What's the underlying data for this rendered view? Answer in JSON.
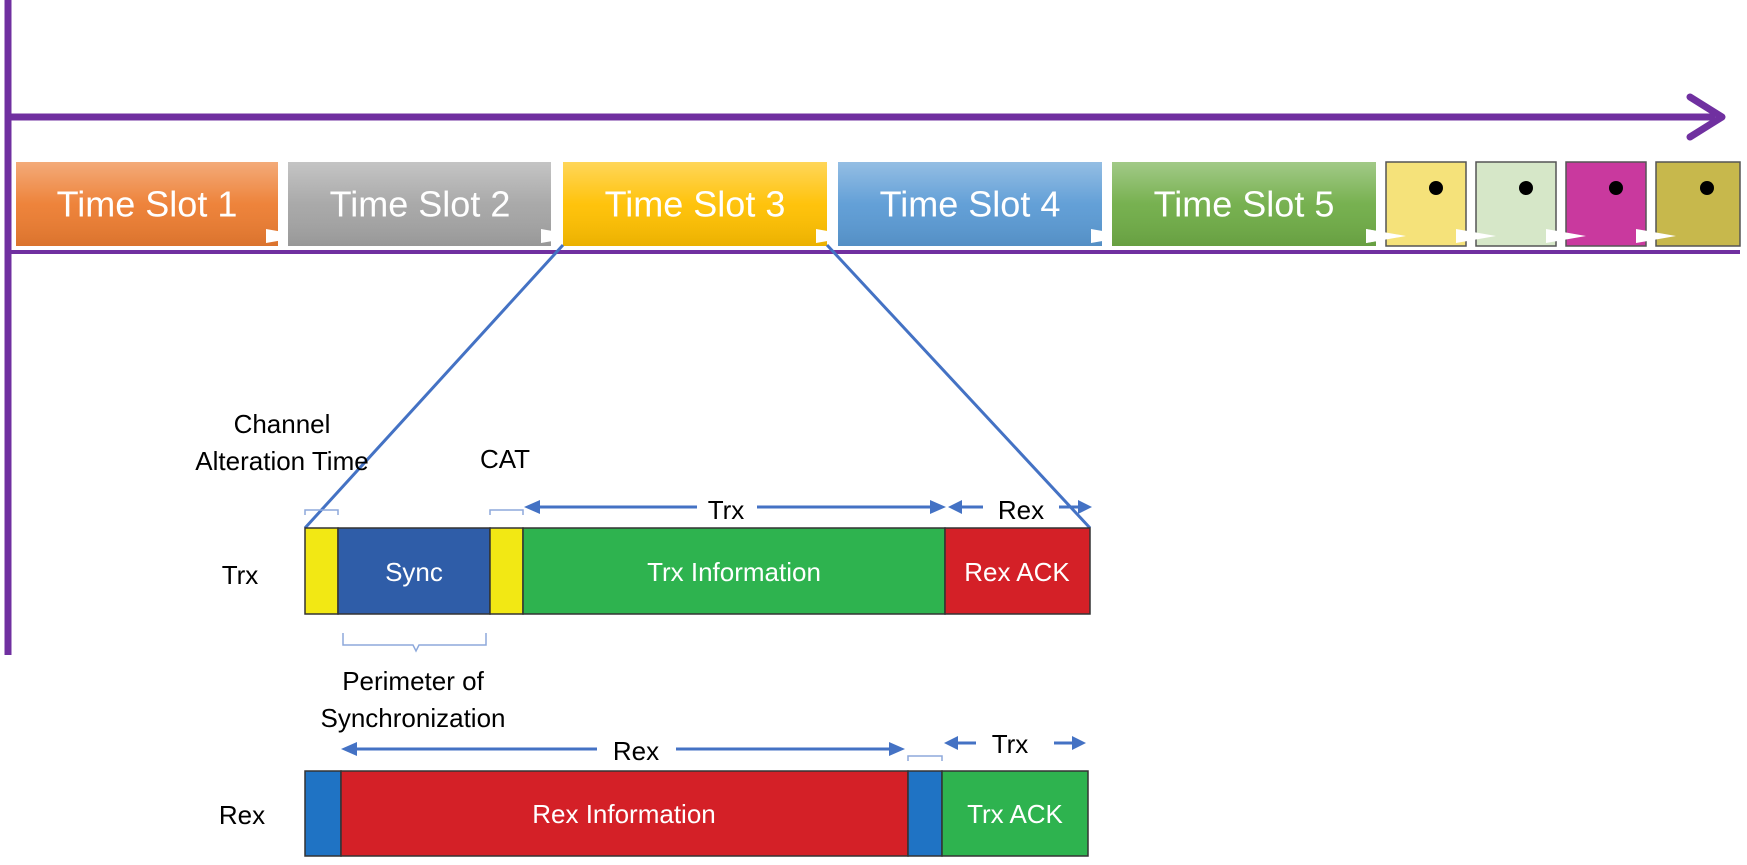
{
  "timeline": {
    "slots": [
      {
        "label": "Time Slot 1",
        "color": "#ED7D31"
      },
      {
        "label": "Time Slot 2",
        "color": "#A5A5A5"
      },
      {
        "label": "Time Slot 3",
        "color": "#FFC000"
      },
      {
        "label": "Time Slot 4",
        "color": "#5B9BD5"
      },
      {
        "label": "Time Slot 5",
        "color": "#70AD47"
      }
    ],
    "extra_slots": [
      {
        "color": "#F5E27A"
      },
      {
        "color": "#D6E7C8"
      },
      {
        "color": "#C9399E"
      },
      {
        "color": "#C7B84C"
      }
    ],
    "axis_color": "#7030A0"
  },
  "zoom_line_color": "#4472C4",
  "trx_frame": {
    "row_label": "Trx",
    "channel_alteration_line1": "Channel",
    "channel_alteration_line2": "Alteration Time",
    "cat_label": "CAT",
    "trx_span_label": "Trx",
    "rex_span_label": "Rex",
    "perimeter_line1": "Perimeter of",
    "perimeter_line2": "Synchronization",
    "segments": [
      {
        "label": "",
        "color": "#F2E814"
      },
      {
        "label": "Sync",
        "color": "#2F5DA8"
      },
      {
        "label": "",
        "color": "#F2E814"
      },
      {
        "label": "Trx Information",
        "color": "#2EB34F"
      },
      {
        "label": "Rex ACK",
        "color": "#D42027"
      }
    ]
  },
  "rex_frame": {
    "row_label": "Rex",
    "rex_span_label": "Rex",
    "trx_span_label": "Trx",
    "segments": [
      {
        "label": "",
        "color": "#1F73C4"
      },
      {
        "label": "Rex Information",
        "color": "#D42027"
      },
      {
        "label": "",
        "color": "#1F73C4"
      },
      {
        "label": "Trx ACK",
        "color": "#2EB34F"
      }
    ]
  }
}
